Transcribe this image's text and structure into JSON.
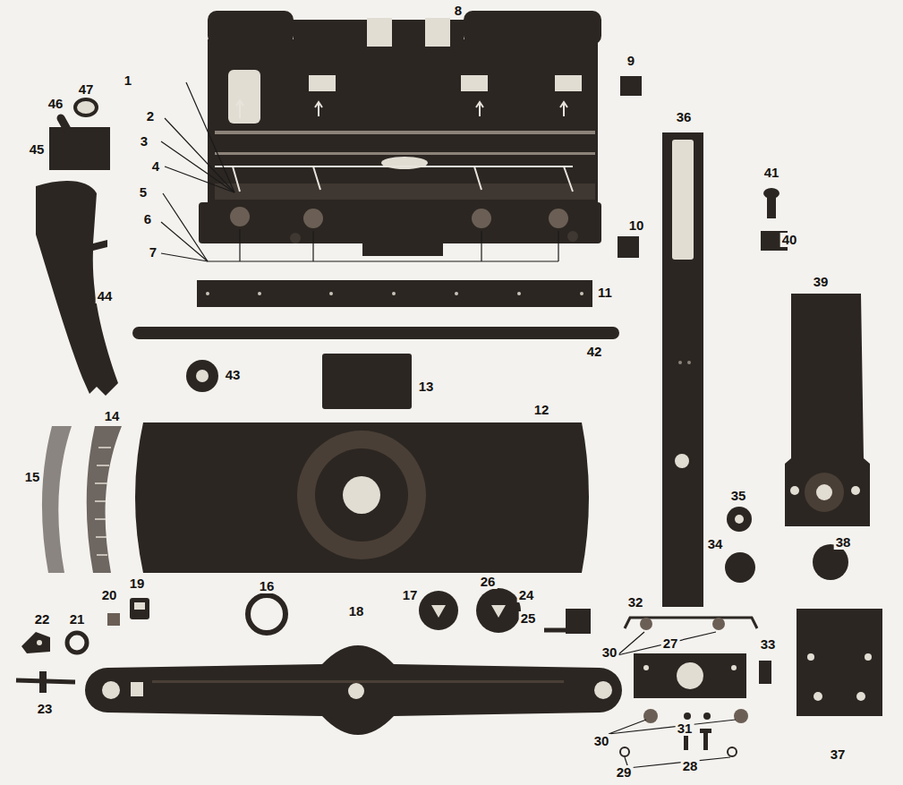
{
  "diagram": {
    "labels": [
      "8",
      "1",
      "9",
      "47",
      "46",
      "2",
      "45",
      "3",
      "36",
      "4",
      "41",
      "5",
      "10",
      "6",
      "40",
      "7",
      "44",
      "11",
      "39",
      "42",
      "43",
      "13",
      "12",
      "14",
      "15",
      "35",
      "34",
      "38",
      "19",
      "20",
      "16",
      "17",
      "26",
      "24",
      "21",
      "22",
      "18",
      "25",
      "32",
      "30",
      "27",
      "33",
      "23",
      "31",
      "30",
      "28",
      "29",
      "37"
    ]
  }
}
